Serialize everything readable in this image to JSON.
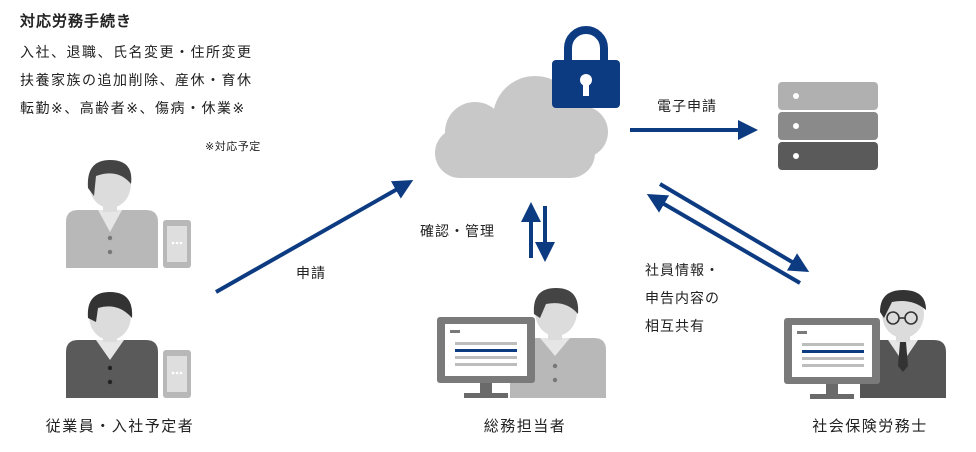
{
  "panel": {
    "title": "対応労務手続き",
    "lines": [
      "入社、退職、氏名変更・住所変更",
      "扶養家族の追加削除、産休・育休",
      "転勤※、高齢者※、傷病・休業※"
    ],
    "note": "※対応予定"
  },
  "arrows": {
    "apply": "申請",
    "e_apply": "電子申請",
    "confirm": "確認・管理",
    "share_lines": [
      "社員情報・",
      "申告内容の",
      "相互共有"
    ]
  },
  "actors": {
    "employees": "従業員・入社予定者",
    "admin": "総務担当者",
    "sharoushi": "社会保険労務士"
  },
  "colors": {
    "arrow": "#0d3b82",
    "lock": "#0d3b82",
    "cloud": "#c8c8c8",
    "server": "#5a5a5a"
  },
  "icons": [
    "lock-icon",
    "cloud-icon",
    "server-icon",
    "smartphone-icon",
    "monitor-icon",
    "person-icon"
  ]
}
